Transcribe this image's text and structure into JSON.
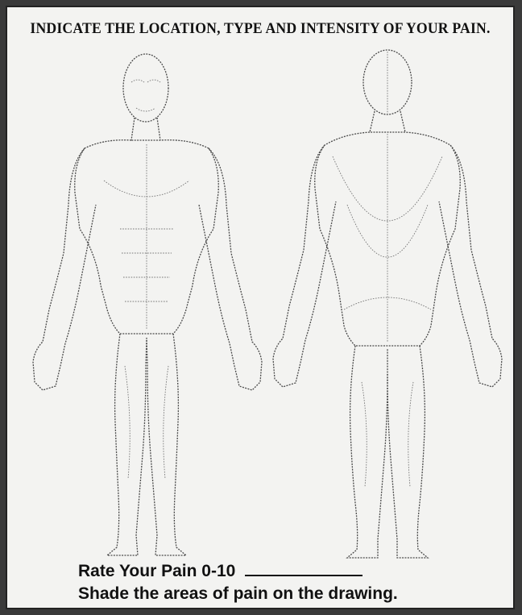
{
  "form": {
    "title": "INDICATE THE LOCATION, TYPE AND INTENSITY OF YOUR PAIN.",
    "rate_label": "Rate Your Pain 0-10",
    "shade_instruction": "Shade the areas of pain on the drawing."
  },
  "figures": {
    "front": "front-body-anatomy",
    "back": "back-body-anatomy"
  }
}
